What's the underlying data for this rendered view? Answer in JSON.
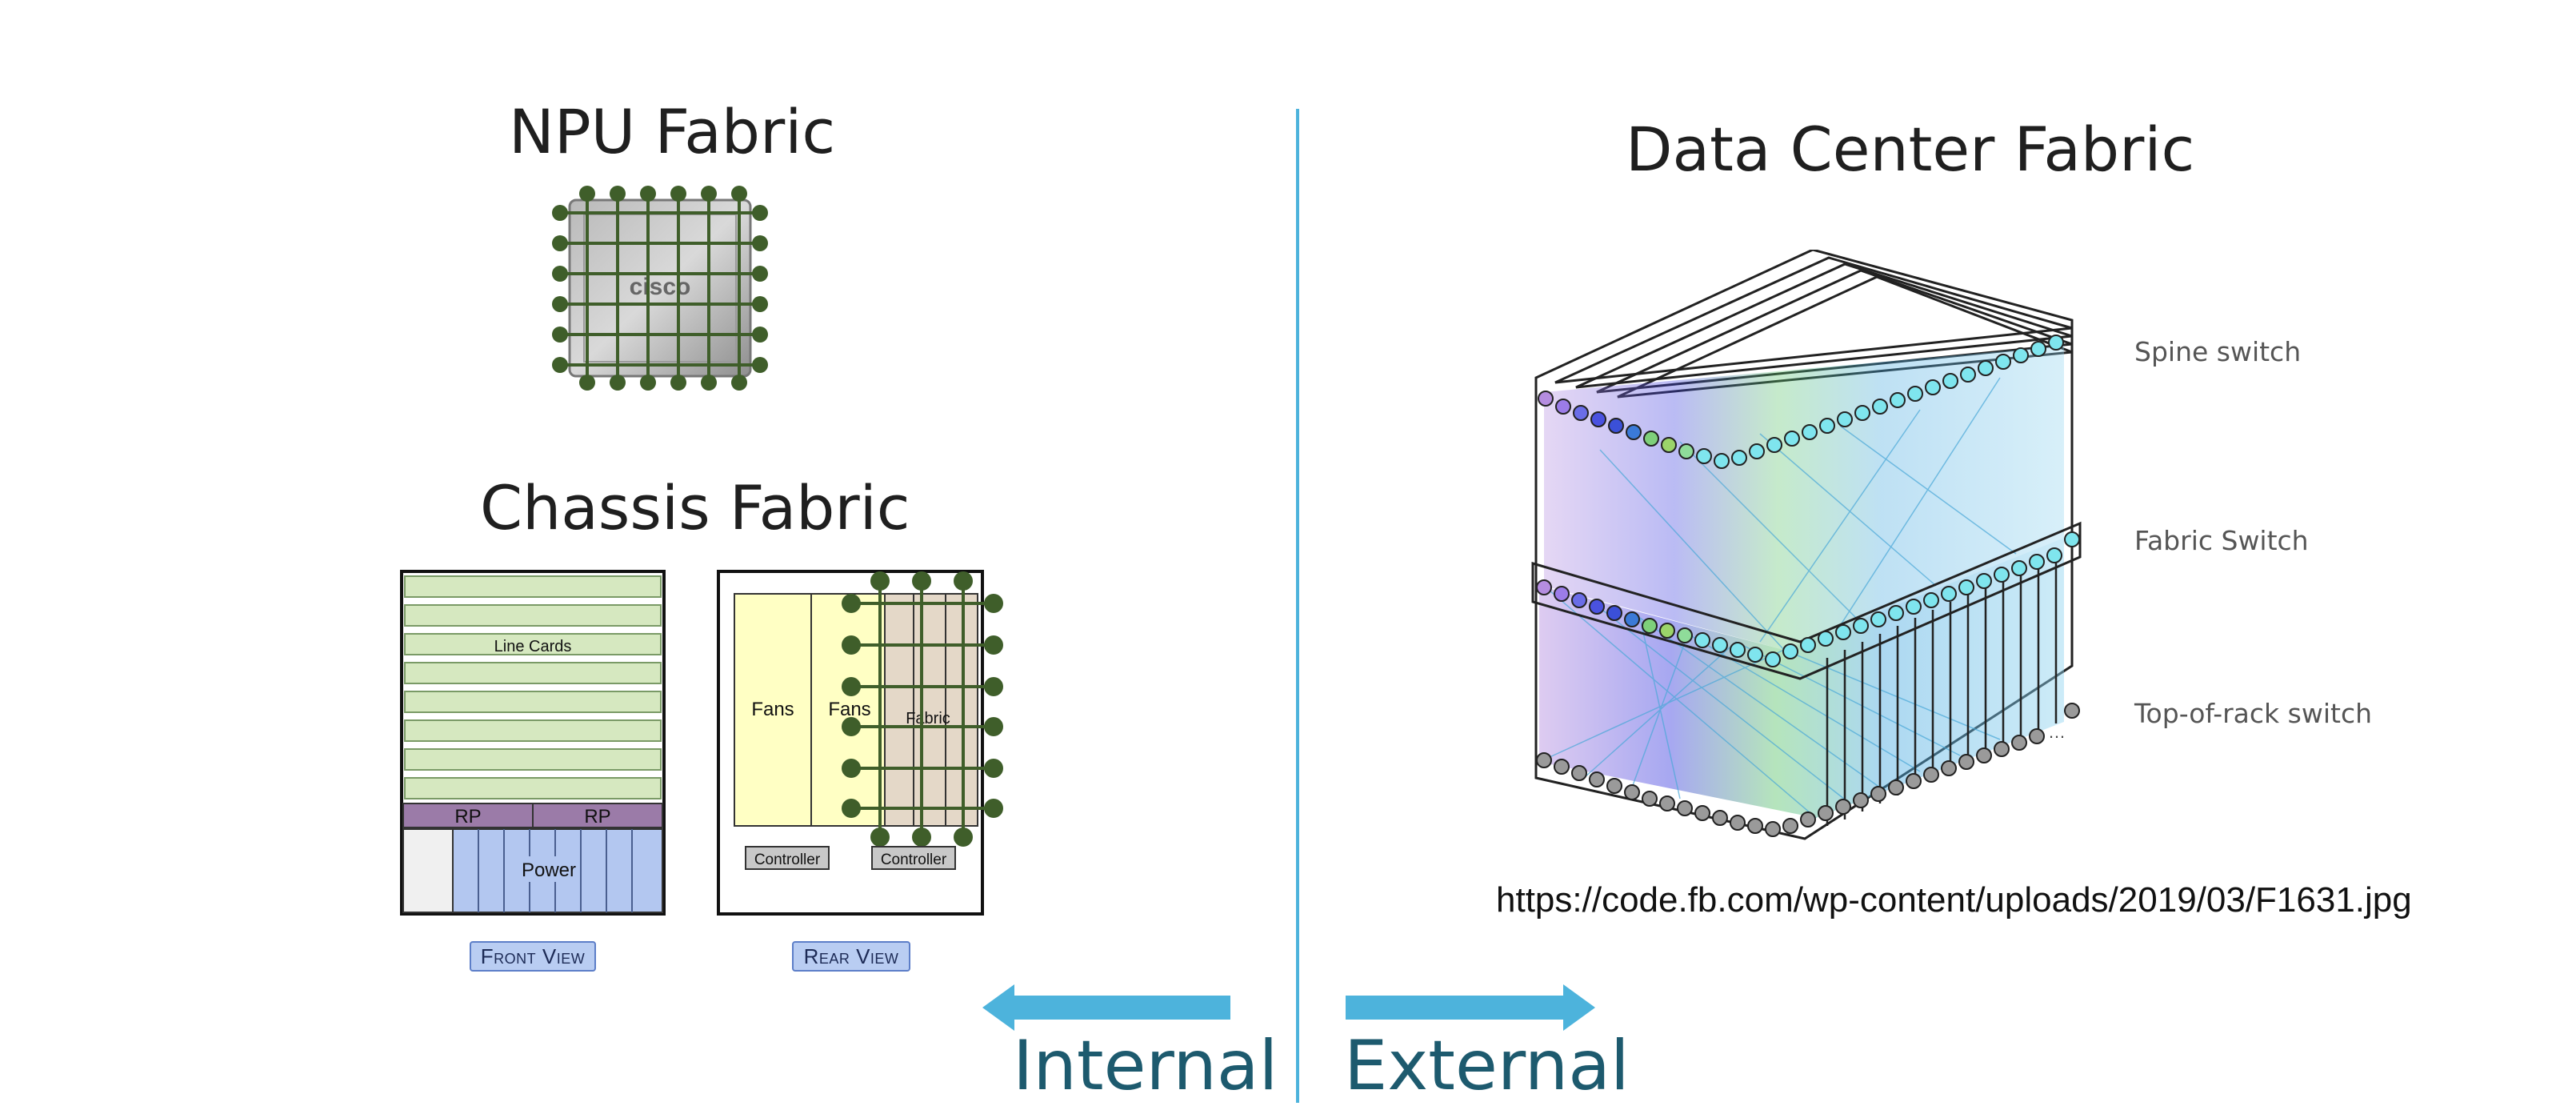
{
  "npu": {
    "title": "NPU Fabric"
  },
  "chassis": {
    "title": "Chassis Fabric",
    "front": {
      "line_cards": "Line Cards",
      "rp1": "RP",
      "rp2": "RP",
      "power": "Power",
      "view": "Front View"
    },
    "rear": {
      "fans1": "Fans",
      "fans2": "Fans",
      "fabric": "Fabric",
      "controller1": "Controller",
      "controller2": "Controller",
      "view": "Rear View"
    }
  },
  "dc": {
    "title": "Data Center Fabric",
    "spine": "Spine switch",
    "fabric_switch": "Fabric Switch",
    "tor": "Top-of-rack switch",
    "url": "https://code.fb.com/wp-content/uploads/2019/03/F1631.jpg"
  },
  "arrows": {
    "internal": "Internal",
    "external": "External",
    "color": "#4db3dc"
  },
  "colors": {
    "divider": "#4db3dc",
    "fabric_green": "#3f5e2a",
    "line_card": "#d6e8c0",
    "rp": "#9b7ba8",
    "power": "#b3c7f0",
    "fans": "#ffffc4",
    "fabric_tan": "#e4d8c8"
  }
}
